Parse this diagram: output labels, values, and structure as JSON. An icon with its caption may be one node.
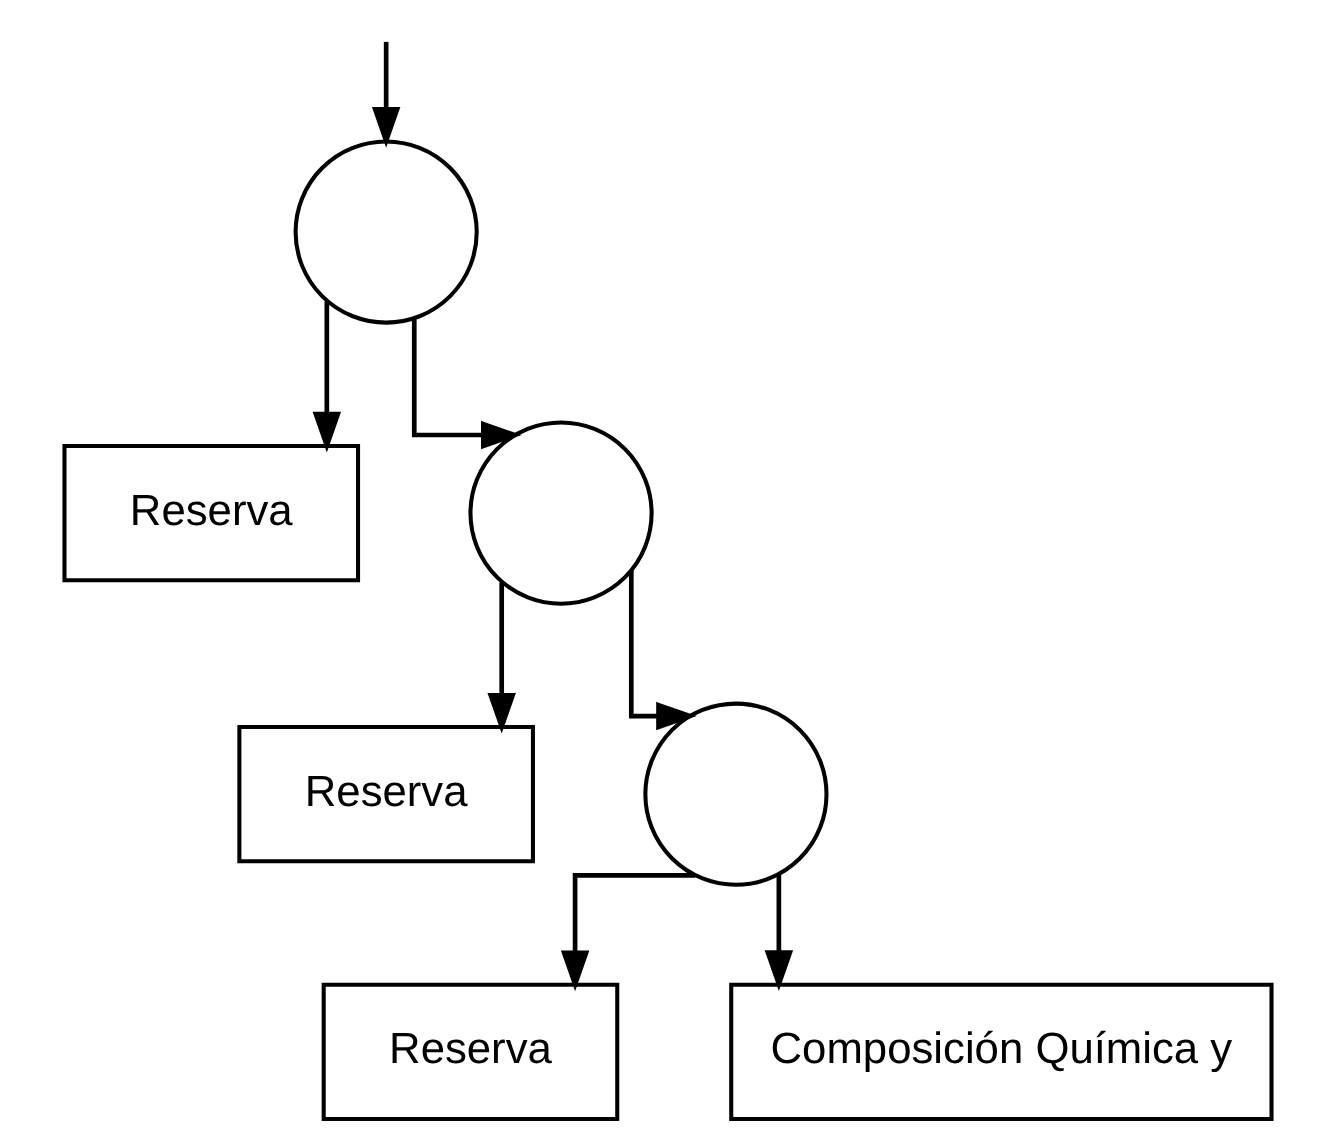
{
  "diagram": {
    "nodes": [
      {
        "text": [],
        "shape": "circle"
      },
      {
        "text": [
          "Reserva"
        ]
      },
      {
        "text": [],
        "shape": "circle"
      },
      {
        "text": [
          "Reserva"
        ]
      },
      {
        "text": [],
        "shape": "circle"
      },
      {
        "text": [
          "Reserva"
        ]
      },
      {
        "text": [
          "Composición Química y"
        ]
      }
    ],
    "edges": [
      {
        "from": null,
        "to": 0,
        "arrow": "to"
      },
      {
        "from": 0,
        "to": 1,
        "arrow": "to"
      },
      {
        "from": 0,
        "to": 2,
        "arrow": "to"
      },
      {
        "from": 2,
        "to": 3,
        "arrow": "to"
      },
      {
        "from": 2,
        "to": 4,
        "arrow": "to"
      },
      {
        "from": 4,
        "to": 5,
        "arrow": "to"
      },
      {
        "from": 4,
        "to": 6,
        "arrow": "to"
      }
    ]
  }
}
